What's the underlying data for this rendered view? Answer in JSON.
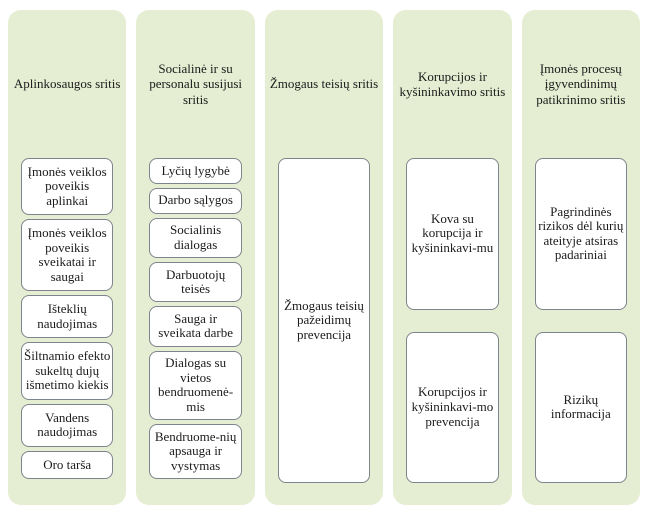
{
  "palette": {
    "page_background": "#ffffff",
    "column_background": "#e5edd2",
    "box_background": "#ffffff",
    "box_border": "#7d848c",
    "text": "#1b1b1b"
  },
  "diagram": {
    "columns": [
      {
        "header": "Aplinkosaugos sritis",
        "boxes": [
          "Įmonės veiklos poveikis aplinkai",
          "Įmonės veiklos poveikis sveikatai ir saugai",
          "Išteklių naudojimas",
          "Šiltnamio efekto sukeltų dujų išmetimo kiekis",
          "Vandens naudojimas",
          "Oro tarša"
        ]
      },
      {
        "header": "Socialinė ir su personalu susijusi sritis",
        "boxes": [
          "Lyčių lygybė",
          "Darbo sąlygos",
          "Socialinis dialogas",
          "Darbuotojų teisės",
          "Sauga ir sveikata darbe",
          "Dialogas su vietos bendruomenė­mis",
          "Bendruome­-nių apsauga ir vystymas"
        ]
      },
      {
        "header": "Žmogaus teisių sritis",
        "boxes": [
          "Žmogaus teisių pažeidimų prevencija"
        ]
      },
      {
        "header": "Korupcijos ir kyšininkavimo sritis",
        "boxes": [
          "Kova su korupcija ir kyšininkavi­-mu",
          "Korupcijos ir kyšininkavi­-mo prevencija"
        ]
      },
      {
        "header": "Įmonės procesų įgyvendinimų patikrinimo sritis",
        "boxes": [
          "Pagrindinės rizikos dėl kurių ateityje atsiras padariniai",
          "Rizikų informacija"
        ]
      }
    ]
  }
}
